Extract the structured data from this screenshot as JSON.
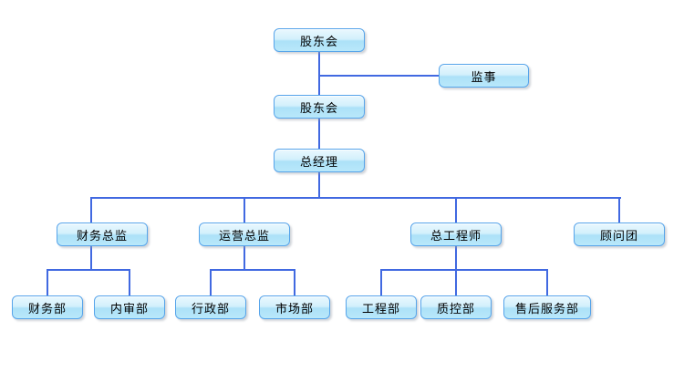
{
  "org": {
    "type": "org-chart",
    "nodes": {
      "shareholders_top": "股东会",
      "supervisor": "监事",
      "shareholders": "股东会",
      "general_manager": "总经理",
      "finance_director": "财务总监",
      "operations_director": "运营总监",
      "chief_engineer": "总工程师",
      "advisory_group": "顾问团",
      "finance_dept": "财务部",
      "internal_audit_dept": "内审部",
      "admin_dept": "行政部",
      "marketing_dept": "市场部",
      "engineering_dept": "工程部",
      "quality_control_dept": "质控部",
      "after_sales_dept": "售后服务部"
    },
    "edges": [
      [
        "shareholders_top",
        "supervisor"
      ],
      [
        "shareholders_top",
        "shareholders"
      ],
      [
        "shareholders",
        "general_manager"
      ],
      [
        "general_manager",
        "finance_director"
      ],
      [
        "general_manager",
        "operations_director"
      ],
      [
        "general_manager",
        "chief_engineer"
      ],
      [
        "general_manager",
        "advisory_group"
      ],
      [
        "finance_director",
        "finance_dept"
      ],
      [
        "finance_director",
        "internal_audit_dept"
      ],
      [
        "operations_director",
        "admin_dept"
      ],
      [
        "operations_director",
        "marketing_dept"
      ],
      [
        "chief_engineer",
        "engineering_dept"
      ],
      [
        "chief_engineer",
        "quality_control_dept"
      ],
      [
        "chief_engineer",
        "after_sales_dept"
      ]
    ],
    "colors": {
      "connector": "#4169e1",
      "node_border": "#56a4ea",
      "node_fill_top": "#eaf8fe",
      "node_fill_bottom": "#ace1f8",
      "text": "#000000",
      "background": "#ffffff"
    }
  }
}
